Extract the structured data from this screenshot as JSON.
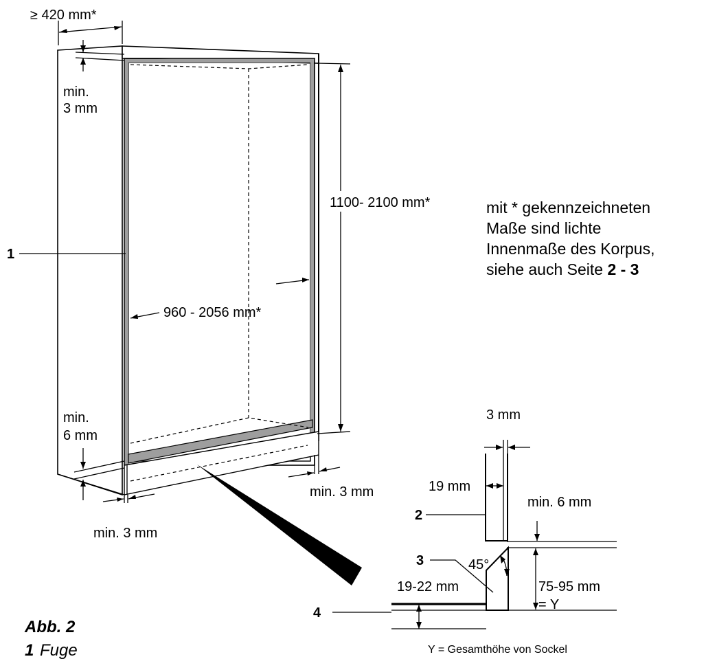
{
  "dims": {
    "depth": "≥ 420 mm*",
    "top_gap_a": "min.",
    "top_gap_b": "3 mm",
    "height": "1100- 2100 mm*",
    "width": "960 - 2056 mm*",
    "bottom_gap_a": "min.",
    "bottom_gap_b": "6 mm",
    "side_gap_right": "min. 3 mm",
    "side_gap_left": "min. 3 mm"
  },
  "note": {
    "line1": "mit * gekennzeichneten",
    "line2": "Maße sind lichte",
    "line3": "Innenmaße des Korpus,",
    "line4_prefix": "siehe auch Seite ",
    "line4_bold": "2 - 3"
  },
  "detail": {
    "gap": "3 mm",
    "door_thickness": "19 mm",
    "min_gap": "min. 6 mm",
    "angle": "45°",
    "plinth_range": "19-22 mm",
    "height_range": "75-95 mm",
    "height_eq": "= Y",
    "y_note": "Y = Gesamthöhe von Sockel"
  },
  "callouts": {
    "c1": "1",
    "c2": "2",
    "c3": "3",
    "c4": "4"
  },
  "caption": {
    "figure": "Abb. 2",
    "legend_num": "1",
    "legend_text": "Fuge"
  }
}
